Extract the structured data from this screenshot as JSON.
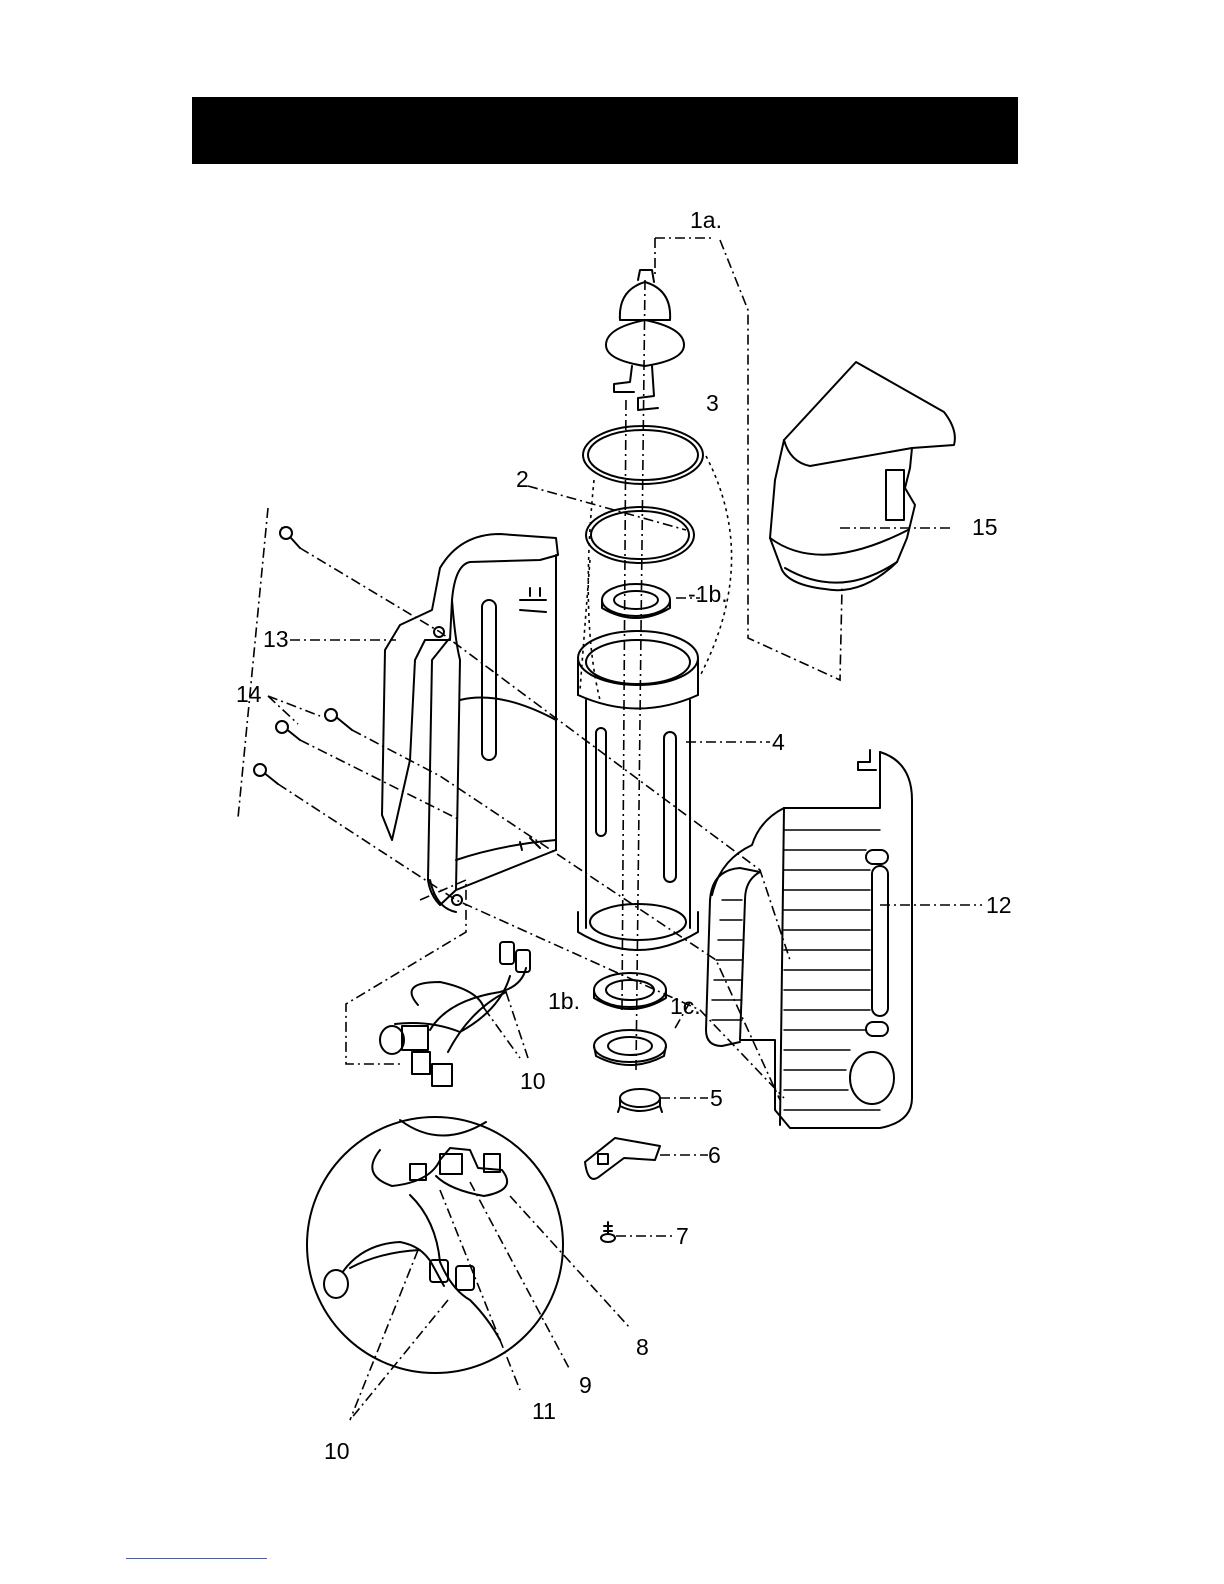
{
  "colors": {
    "ink": "#000000",
    "paper": "#ffffff",
    "header": "#000000",
    "rule": "#3a5bd9"
  },
  "callouts": {
    "c1a": "1a.",
    "c3": "3",
    "c2": "2",
    "c1b_top": "-1b.",
    "c15": "15",
    "c13": "13",
    "c14": "14",
    "c4": "4",
    "c12": "12",
    "c1b_low": "1b.",
    "c1c": "1c.",
    "c10_top": "10",
    "c5": "5",
    "c6": "6",
    "c7": "7",
    "c8": "8",
    "c9": "9",
    "c11": "11",
    "c10_bot": "10"
  }
}
